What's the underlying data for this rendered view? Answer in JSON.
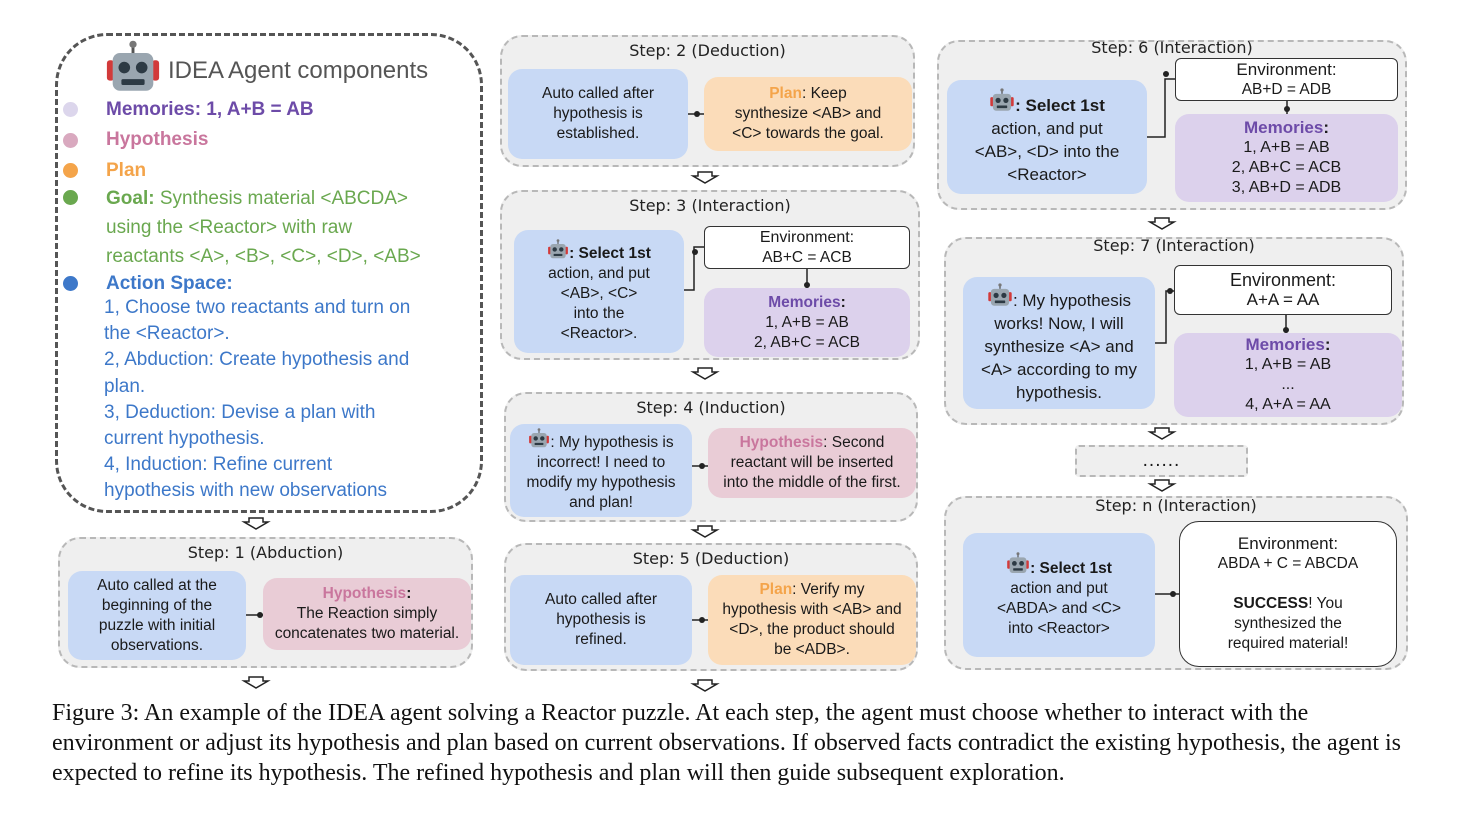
{
  "components": {
    "title": "IDEA Agent components",
    "memories": "Memories: 1, A+B = AB",
    "hypothesis": "Hypothesis",
    "plan": "Plan",
    "goal_label": "Goal:",
    "goal_line1": "Synthesis material <ABCDA>",
    "goal_line2": "using the <Reactor>  with raw",
    "goal_line3": "reactants <A>, <B>, <C>, <D>, <AB>",
    "action_label": "Action Space:",
    "action_lines": [
      "1, Choose two reactants and turn on",
      "the <Reactor>.",
      "2, Abduction: Create hypothesis and",
      "plan.",
      "3, Deduction: Devise a plan with",
      "current hypothesis.",
      "4, Induction: Refine current",
      "hypothesis with new observations"
    ],
    "colors": {
      "memories": "#6d4ba8",
      "hypothesis": "#c9769d",
      "plan": "#f4a44a",
      "goal": "#6aa84f",
      "action": "#3d78c9"
    }
  },
  "step1": {
    "title": "Step: 1 (Abduction)",
    "left": [
      "Auto called at the",
      "beginning of the",
      "puzzle with initial",
      "observations."
    ],
    "right_label": "Hypothesis",
    "right_colon": ":",
    "right_lines": [
      "The Reaction simply",
      "concatenates two material."
    ]
  },
  "step2": {
    "title": "Step: 2 (Deduction)",
    "left": [
      "Auto called after",
      "hypothesis is",
      "established."
    ],
    "right_label": "Plan",
    "right_rest": ": Keep",
    "right_lines": [
      "synthesize <AB> and",
      "<C> towards the goal."
    ]
  },
  "step3": {
    "title": "Step: 3 (Interaction)",
    "left_first": ": Select 1st",
    "left": [
      "action, and put",
      "<AB>, <C>",
      "into the",
      "<Reactor>."
    ],
    "env_title": "Environment:",
    "env_value": "AB+C = ACB",
    "mem_label": "Memories",
    "mem_colon": ":",
    "mem_lines": [
      "1, A+B = AB",
      "2, AB+C = ACB"
    ]
  },
  "step4": {
    "title": "Step: 4 (Induction)",
    "left_first": ": My hypothesis is",
    "left": [
      "incorrect! I need to",
      "modify my hypothesis",
      "and plan!"
    ],
    "right_label": "Hypothesis",
    "right_rest": ": Second",
    "right_lines": [
      "reactant will be inserted",
      "into the middle of the first."
    ]
  },
  "step5": {
    "title": "Step: 5 (Deduction)",
    "left": [
      "Auto called after",
      "hypothesis is",
      "refined."
    ],
    "right_label": "Plan",
    "right_rest": ": Verify my",
    "right_lines": [
      "hypothesis with <AB> and",
      "<D>, the product should",
      "be <ADB>."
    ]
  },
  "step6": {
    "title": "Step: 6 (Interaction)",
    "left_first": ": Select 1st",
    "left": [
      "action, and put",
      "<AB>, <D> into the",
      "<Reactor>"
    ],
    "env_title": "Environment:",
    "env_value": "AB+D = ADB",
    "mem_label": "Memories",
    "mem_colon": ":",
    "mem_lines": [
      "1, A+B = AB",
      "2, AB+C = ACB",
      "3, AB+D = ADB"
    ]
  },
  "step7": {
    "title": "Step: 7 (Interaction)",
    "left_first": ": My hypothesis",
    "left": [
      "works! Now, I will",
      "synthesize <A> and",
      "<A> according to my",
      "hypothesis."
    ],
    "env_title": "Environment:",
    "env_value": "A+A = AA",
    "mem_label": "Memories",
    "mem_colon": ":",
    "mem_lines": [
      "1, A+B = AB",
      "...",
      "4, A+A = AA"
    ]
  },
  "ellipsis": "......",
  "stepn": {
    "title": "Step: n (Interaction)",
    "left_first": ": Select 1st",
    "left": [
      "action and put",
      "<ABDA> and <C>",
      "into <Reactor>"
    ],
    "env_title": "Environment:",
    "env_value": "ABDA + C = ABCDA",
    "success_bold": "SUCCESS",
    "success_rest": "! You",
    "success_lines": [
      "synthesized the",
      "required material!"
    ]
  },
  "caption": {
    "label": "Figure 3:",
    "text": "An example of the IDEA agent solving a Reactor puzzle. At each step, the agent must choose whether to interact with the environment or adjust its hypothesis and plan based on current observations. If observed facts contradict the existing hypothesis, the agent is expected to refine its hypothesis. The refined hypothesis and plan will then guide subsequent exploration."
  }
}
